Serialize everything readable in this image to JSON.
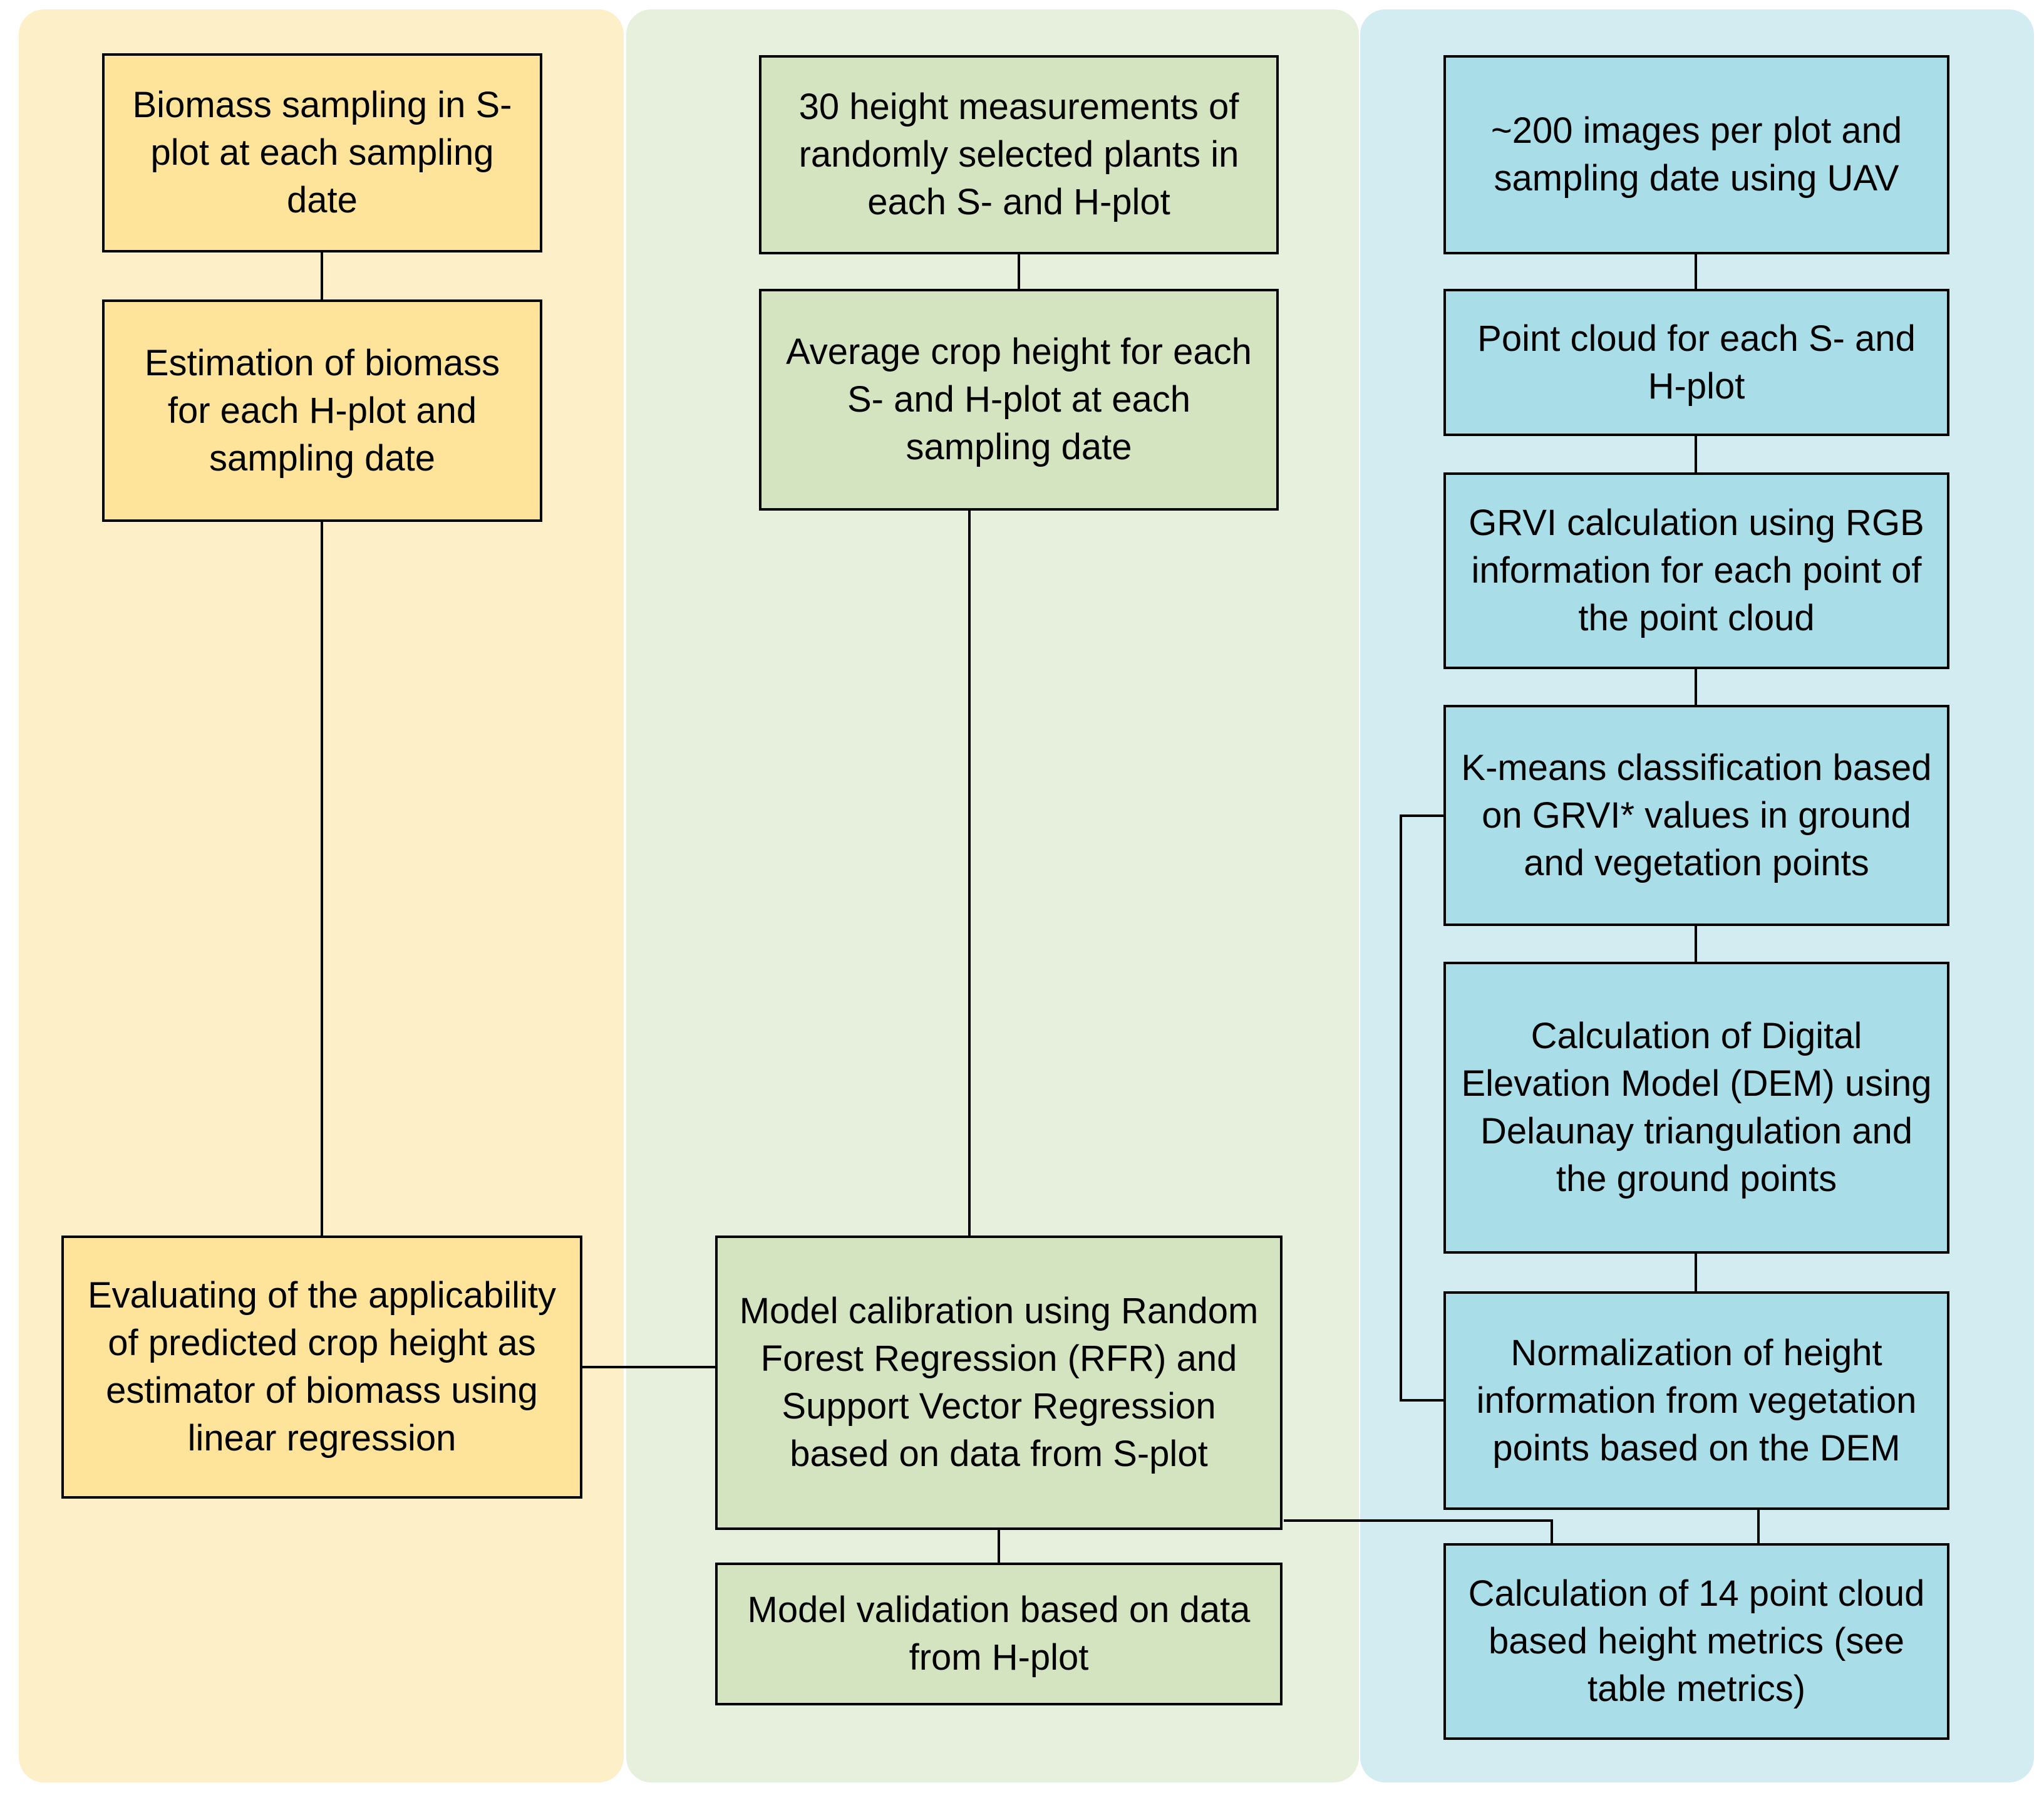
{
  "colors": {
    "panel_left": "#fdefc8",
    "panel_middle": "#e7f0dd",
    "panel_right": "#d2ecf2",
    "box_yellow": "#fde49a",
    "box_green": "#d5e4c0",
    "box_blue": "#a9dde8"
  },
  "biomass": {
    "sampling": "Biomass sampling in S-plot at each sampling date",
    "estimation": "Estimation of biomass for each H-plot and sampling date",
    "evaluation": "Evaluating of the applicability of predicted crop height as estimator of biomass using linear regression"
  },
  "height": {
    "measurements": "30 height measurements of randomly selected plants in each S- and H-plot",
    "average": "Average crop height for each S- and H-plot at each sampling date",
    "calibration": "Model calibration using Random Forest Regression (RFR) and Support Vector Regression based on data from S-plot",
    "validation": "Model validation based on data from H-plot"
  },
  "uav": {
    "images": "~200 images per plot and sampling date using  UAV",
    "point_cloud": "Point cloud for each S- and H-plot",
    "grvi": "GRVI calculation using RGB information for each point of the point cloud",
    "kmeans": "K-means classification based on GRVI* values in ground and vegetation points",
    "dem": "Calculation of Digital Elevation Model (DEM) using Delaunay triangulation and the ground points",
    "normalization": "Normalization of height information from vegetation points based on the DEM",
    "metrics": "Calculation of 14 point cloud based height metrics (see table metrics)"
  }
}
